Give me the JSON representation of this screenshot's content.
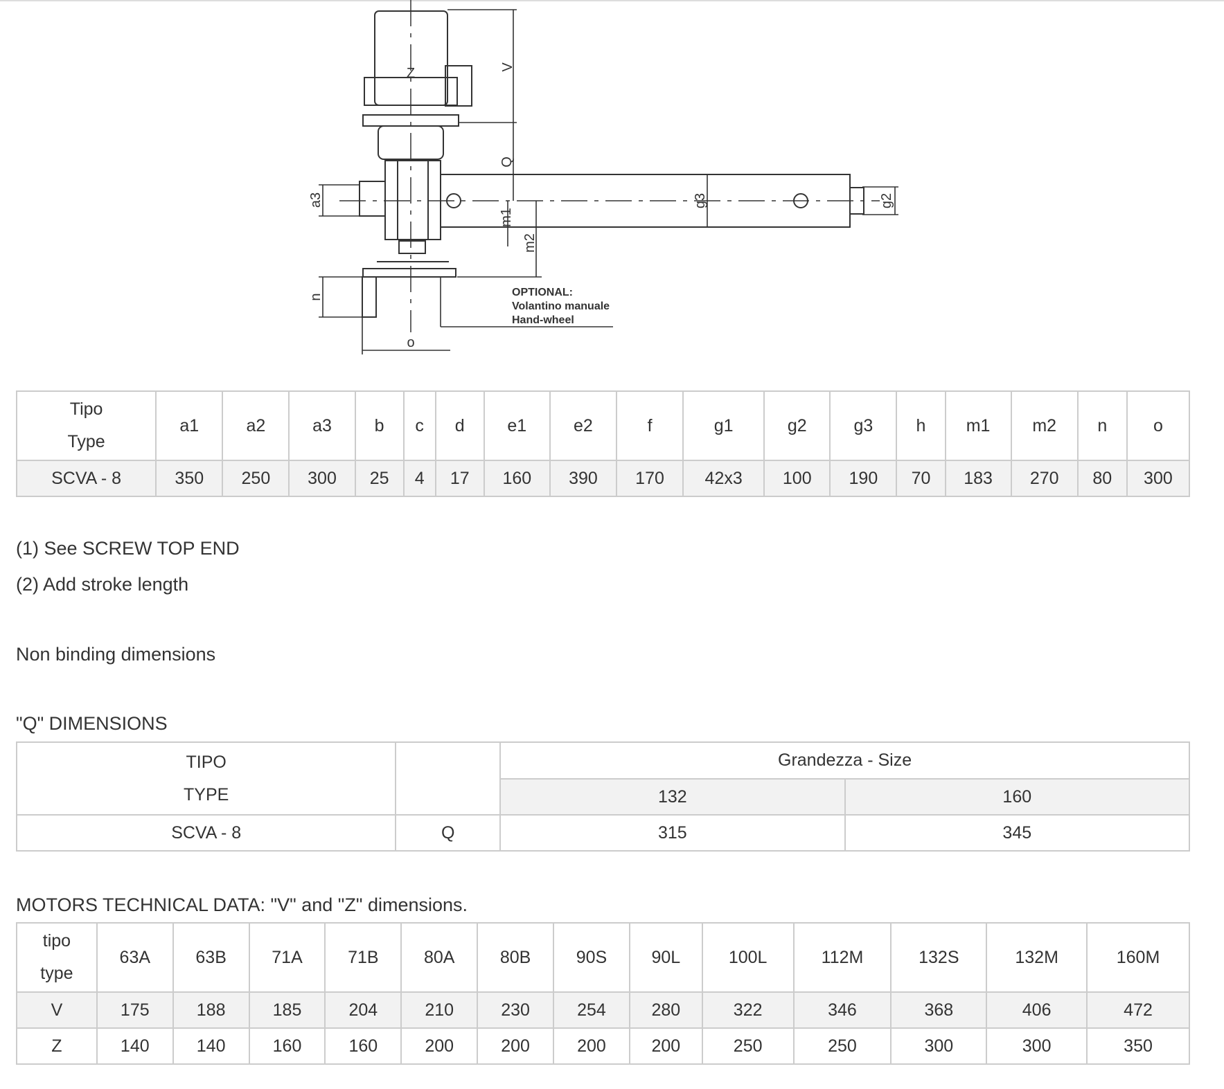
{
  "drawing": {
    "labels": {
      "v": "V",
      "z": "Z",
      "q": "Q",
      "a3": "a3",
      "g3": "g3",
      "g2": "g2",
      "m1": "m1",
      "m2": "m2",
      "n": "n",
      "o": "o"
    },
    "optional_note": [
      "OPTIONAL:",
      "Volantino manuale",
      "Hand-wheel"
    ]
  },
  "dimensions_table": {
    "header_type": [
      "Tipo",
      "Type"
    ],
    "columns": [
      "a1",
      "a2",
      "a3",
      "b",
      "c",
      "d",
      "e1",
      "e2",
      "f",
      "g1",
      "g2",
      "g3",
      "h",
      "m1",
      "m2",
      "n",
      "o"
    ],
    "row_label": "SCVA - 8",
    "values": [
      "350",
      "250",
      "300",
      "25",
      "4",
      "17",
      "160",
      "390",
      "170",
      "42x3",
      "100",
      "190",
      "70",
      "183",
      "270",
      "80",
      "300"
    ]
  },
  "notes": {
    "note1": "(1) See SCREW TOP END",
    "note2": "(2) Add stroke length",
    "non_binding": "Non binding dimensions"
  },
  "q_dimensions": {
    "heading": "\"Q\" DIMENSIONS",
    "header_type": [
      "TIPO",
      "TYPE"
    ],
    "size_header": "Grandezza - Size",
    "sizes": [
      "132",
      "160"
    ],
    "row_label": "SCVA - 8",
    "row_param": "Q",
    "values": [
      "315",
      "345"
    ]
  },
  "motors": {
    "heading": "MOTORS TECHNICAL DATA: \"V\" and \"Z\" dimensions.",
    "header_type": [
      "tipo",
      "type"
    ],
    "columns": [
      "63A",
      "63B",
      "71A",
      "71B",
      "80A",
      "80B",
      "90S",
      "90L",
      "100L",
      "112M",
      "132S",
      "132M",
      "160M"
    ],
    "rows": [
      {
        "label": "V",
        "values": [
          "175",
          "188",
          "185",
          "204",
          "210",
          "230",
          "254",
          "280",
          "322",
          "346",
          "368",
          "406",
          "472"
        ]
      },
      {
        "label": "Z",
        "values": [
          "140",
          "140",
          "160",
          "160",
          "200",
          "200",
          "200",
          "200",
          "250",
          "250",
          "300",
          "300",
          "350"
        ]
      }
    ]
  }
}
